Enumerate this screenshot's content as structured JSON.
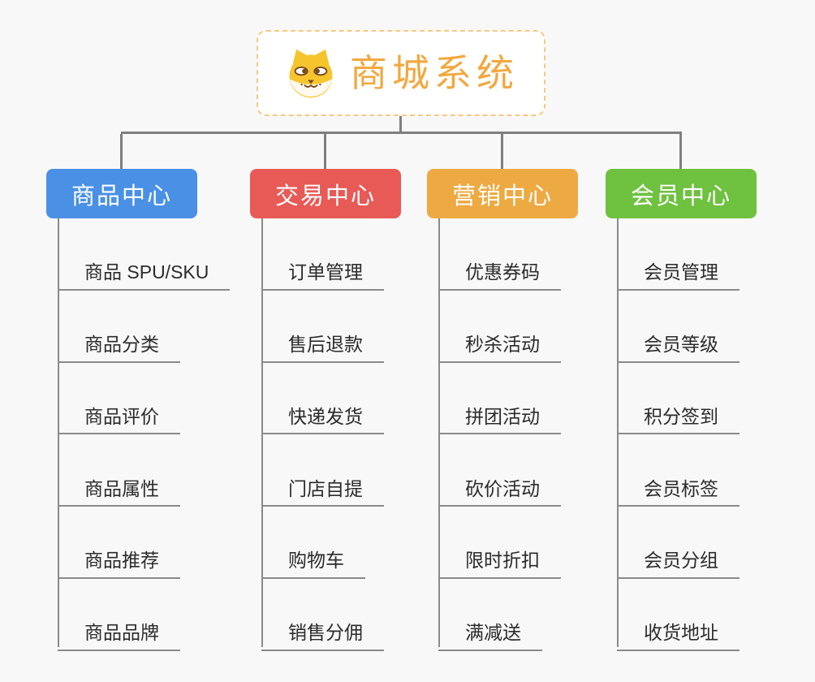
{
  "root": {
    "title": "商城系统",
    "icon": "dog-face-icon",
    "title_color": "#f2a840",
    "border_color": "#f7c97f"
  },
  "connector_color": "#7f7f7f",
  "branches": [
    {
      "label": "商品中心",
      "color": "#4a90e5",
      "items": [
        "商品 SPU/SKU",
        "商品分类",
        "商品评价",
        "商品属性",
        "商品推荐",
        "商品品牌"
      ]
    },
    {
      "label": "交易中心",
      "color": "#e85a56",
      "items": [
        "订单管理",
        "售后退款",
        "快递发货",
        "门店自提",
        "购物车",
        "销售分佣"
      ]
    },
    {
      "label": "营销中心",
      "color": "#edaa43",
      "items": [
        "优惠券码",
        "秒杀活动",
        "拼团活动",
        "砍价活动",
        "限时折扣",
        "满减送"
      ]
    },
    {
      "label": "会员中心",
      "color": "#6fc140",
      "items": [
        "会员管理",
        "会员等级",
        "积分签到",
        "会员标签",
        "会员分组",
        "收货地址"
      ]
    }
  ]
}
